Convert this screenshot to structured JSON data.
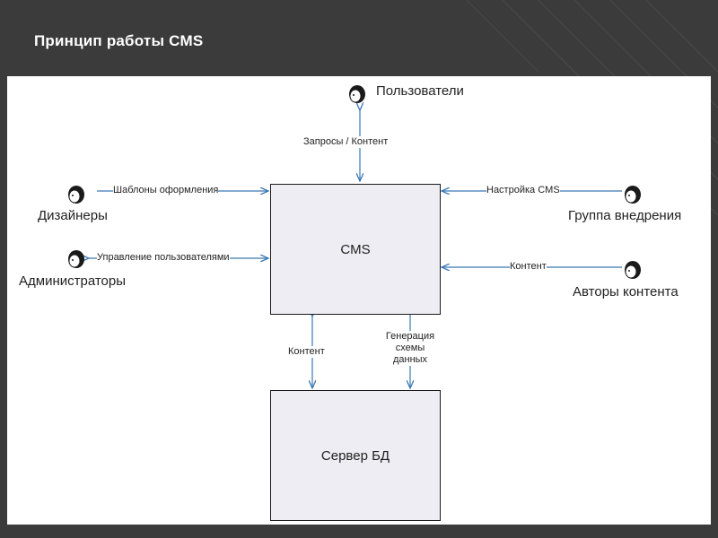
{
  "slide": {
    "title": "Принцип работы CMS",
    "colors": {
      "background": "#3b3b3b",
      "panel": "#ffffff",
      "box_fill": "#ededf3",
      "arrow": "#3a78b5"
    }
  },
  "diagram": {
    "boxes": {
      "cms": "CMS",
      "db_server": "Сервер БД"
    },
    "actors": {
      "users": "Пользователи",
      "designers": "Дизайнеры",
      "administrators": "Администраторы",
      "implementation_group": "Группа внедрения",
      "content_authors": "Авторы контента"
    },
    "edges": {
      "users_cms": "Запросы / Контент",
      "designers_cms": "Шаблоны оформления",
      "admins_cms": "Управление пользователями",
      "implementation_cms": "Настройка CMS",
      "authors_cms": "Контент",
      "cms_db_content": "Контент",
      "cms_db_schema_line1": "Генерация",
      "cms_db_schema_line2": "схемы",
      "cms_db_schema_line3": "данных"
    },
    "icon_name": "person-head-icon"
  }
}
